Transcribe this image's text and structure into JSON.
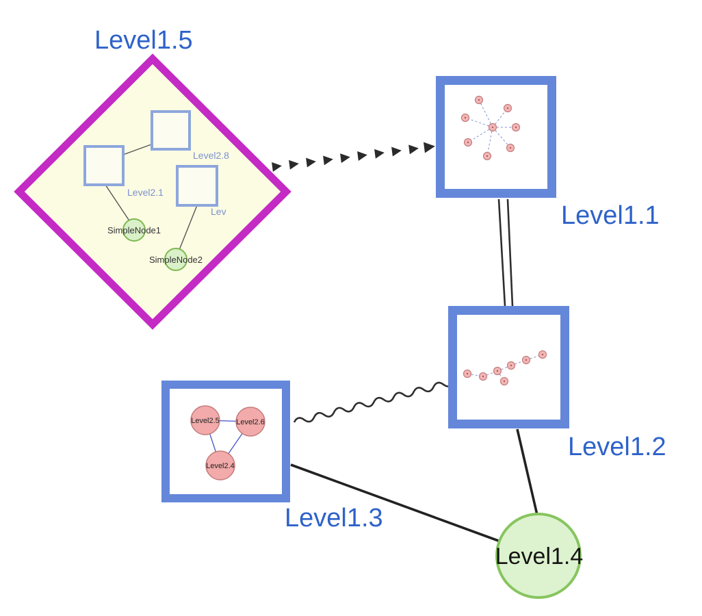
{
  "nodes": {
    "level1_5": {
      "label": "Level1.5",
      "shape": "diamond",
      "border_color": "#c42ac4",
      "fill": "#fcfce3"
    },
    "level1_1": {
      "label": "Level1.1",
      "shape": "square-group",
      "border_color": "#6487da"
    },
    "level1_2": {
      "label": "Level1.2",
      "shape": "square-group",
      "border_color": "#6487da"
    },
    "level1_3": {
      "label": "Level1.3",
      "shape": "square-group",
      "border_color": "#6487da"
    },
    "level1_4": {
      "label": "Level1.4",
      "shape": "circle",
      "fill": "#ddf3cf",
      "border_color": "#87c55f"
    },
    "level2_8": {
      "label": "Level2.8"
    },
    "level2_1": {
      "label": "Level2.1"
    },
    "level2_trunc": {
      "label": "Lev"
    },
    "simple_node1": {
      "label": "SimpleNode1"
    },
    "simple_node2": {
      "label": "SimpleNode2"
    },
    "level2_5": {
      "label": "Level2.5"
    },
    "level2_6": {
      "label": "Level2.6"
    },
    "level2_4": {
      "label": "Level2.4"
    }
  },
  "edges": [
    {
      "from": "Level1.5",
      "to": "Level1.1",
      "style": "bold-dashed-arrow"
    },
    {
      "from": "Level1.1",
      "to": "Level1.2",
      "style": "double-line"
    },
    {
      "from": "Level1.3",
      "to": "Level1.2",
      "style": "wavy"
    },
    {
      "from": "Level1.3",
      "to": "Level1.4",
      "style": "solid"
    },
    {
      "from": "Level1.2",
      "to": "Level1.4",
      "style": "solid"
    },
    {
      "from": "Level2.8",
      "to": "Level2.1",
      "style": "solid"
    },
    {
      "from": "Level2.1",
      "to": "SimpleNode1",
      "style": "solid"
    },
    {
      "from": "Lev",
      "to": "SimpleNode2",
      "style": "solid"
    },
    {
      "from": "Level2.5",
      "to": "Level2.6",
      "style": "solid"
    },
    {
      "from": "Level2.5",
      "to": "Level2.4",
      "style": "solid"
    },
    {
      "from": "Level2.6",
      "to": "Level2.4",
      "style": "solid"
    }
  ],
  "colors": {
    "label_blue": "#2e62c9",
    "group_border_blue": "#6487da",
    "inner_square_border": "#8da6dc",
    "diamond_border_magenta": "#c42ac4",
    "diamond_fill": "#fcfce3",
    "green_node_fill": "#ddf3cf",
    "green_node_border": "#87c55f",
    "pink_node_fill": "#f2b6b6",
    "pink_node_border": "#c47c7c",
    "edge_black": "#2a2a2a",
    "inner_edge_blue": "#4450c8"
  }
}
